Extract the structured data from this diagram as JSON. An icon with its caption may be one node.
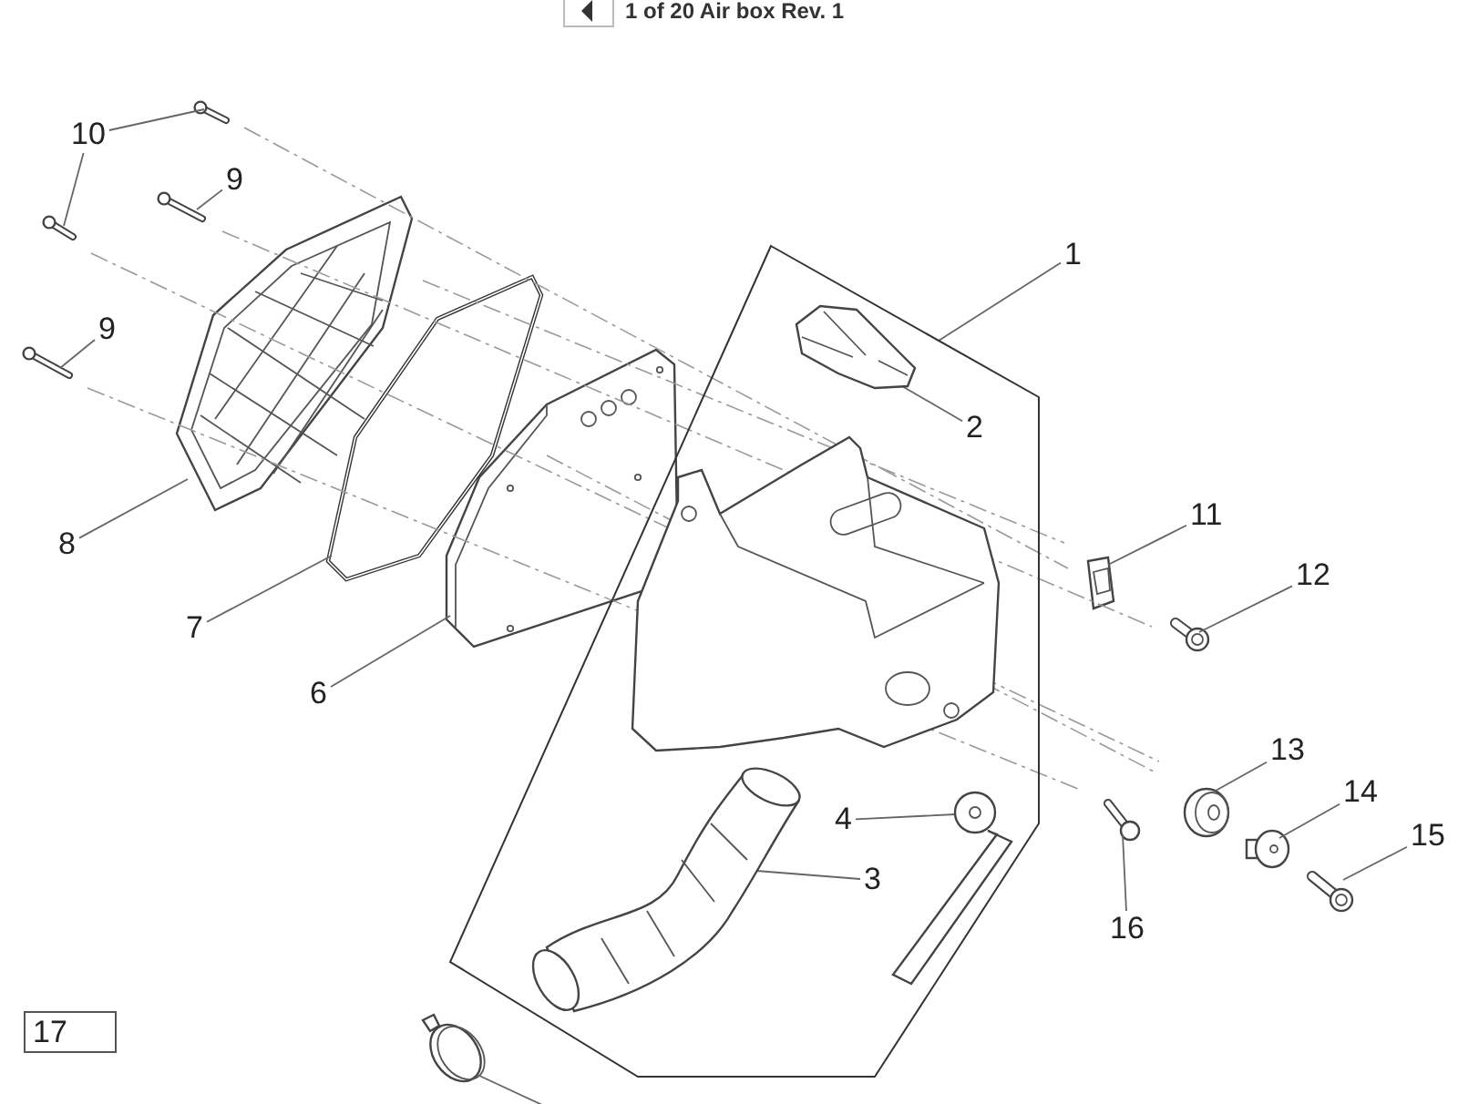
{
  "diagram": {
    "title": "1 of 20 Air box Rev. 1",
    "nodes": [
      {
        "text": [
          "1"
        ]
      },
      {
        "text": [],
        "shape": "polygon"
      },
      {
        "text": [
          "2"
        ],
        "in": 1
      },
      {
        "text": [],
        "shape": "picture",
        "in": 1
      },
      {
        "text": [
          "3"
        ],
        "in": 1
      },
      {
        "text": [],
        "shape": "picture",
        "in": 1
      },
      {
        "text": [
          "4"
        ],
        "in": 1
      },
      {
        "text": [],
        "shape": "picture",
        "in": 1
      },
      {
        "text": [
          "6"
        ]
      },
      {
        "text": [],
        "shape": "picture"
      },
      {
        "text": [
          "7"
        ]
      },
      {
        "text": [],
        "shape": "picture"
      },
      {
        "text": [
          "8"
        ]
      },
      {
        "text": [],
        "shape": "picture"
      },
      {
        "text": [
          "9"
        ]
      },
      {
        "text": [],
        "shape": "picture"
      },
      {
        "text": [
          "9"
        ]
      },
      {
        "text": [],
        "shape": "picture"
      },
      {
        "text": [
          "10"
        ]
      },
      {
        "text": [],
        "shape": "picture"
      },
      {
        "text": [],
        "shape": "picture"
      },
      {
        "text": [
          "11"
        ]
      },
      {
        "text": [],
        "shape": "picture"
      },
      {
        "text": [
          "12"
        ]
      },
      {
        "text": [],
        "shape": "picture"
      },
      {
        "text": [
          "13"
        ]
      },
      {
        "text": [],
        "shape": "picture"
      },
      {
        "text": [
          "14"
        ]
      },
      {
        "text": [],
        "shape": "picture"
      },
      {
        "text": [
          "15"
        ]
      },
      {
        "text": [],
        "shape": "picture"
      },
      {
        "text": [
          "16"
        ]
      },
      {
        "text": [],
        "shape": "picture"
      },
      {
        "text": [
          "17"
        ]
      },
      {
        "text": [],
        "shape": "picture"
      }
    ],
    "edges": [
      {
        "from": 0,
        "to": 1,
        "arrow": "none"
      },
      {
        "from": 2,
        "to": 3,
        "arrow": "none"
      },
      {
        "from": 4,
        "to": 5,
        "arrow": "none"
      },
      {
        "from": 6,
        "to": 7,
        "arrow": "none"
      },
      {
        "from": 8,
        "to": 9,
        "arrow": "none"
      },
      {
        "from": 10,
        "to": 11,
        "arrow": "none"
      },
      {
        "from": 12,
        "to": 13,
        "arrow": "none"
      },
      {
        "from": 14,
        "to": 15,
        "arrow": "none"
      },
      {
        "from": 16,
        "to": 17,
        "arrow": "none"
      },
      {
        "from": 18,
        "to": 19,
        "arrow": "none"
      },
      {
        "from": 18,
        "to": 20,
        "arrow": "none"
      },
      {
        "from": 21,
        "to": 22,
        "arrow": "none"
      },
      {
        "from": 23,
        "to": 24,
        "arrow": "none"
      },
      {
        "from": 25,
        "to": 26,
        "arrow": "none"
      },
      {
        "from": 27,
        "to": 28,
        "arrow": "none"
      },
      {
        "from": 29,
        "to": 30,
        "arrow": "none"
      },
      {
        "from": 31,
        "to": 32,
        "arrow": "none"
      },
      {
        "from": null,
        "to": 34,
        "arrow": "none"
      }
    ]
  }
}
